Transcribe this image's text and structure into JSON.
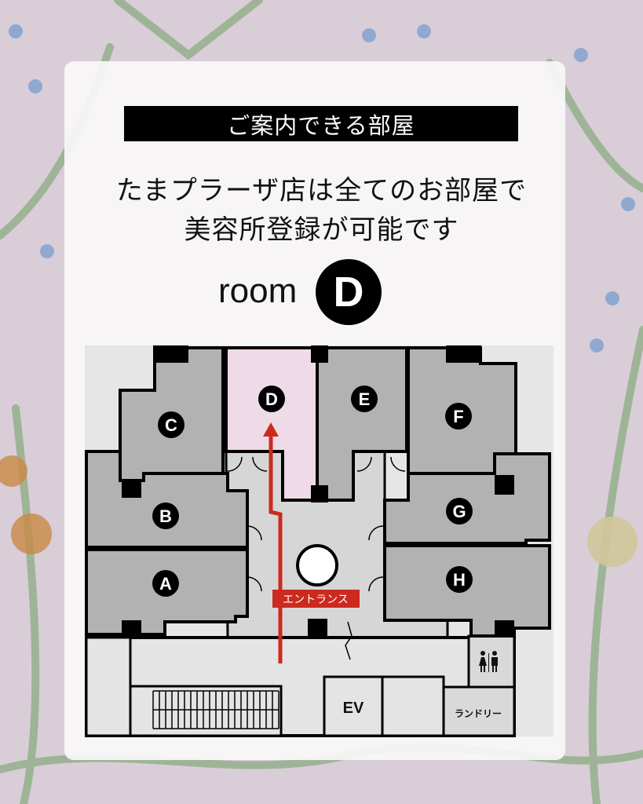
{
  "header": {
    "title": "ご案内できる部屋"
  },
  "message": {
    "line1": "たまプラーザ店は全てのお部屋で",
    "line2": "美容所登録が可能です"
  },
  "selected_room": {
    "prefix": "room",
    "letter": "D"
  },
  "floor_plan": {
    "rooms": [
      {
        "id": "A",
        "label": "A"
      },
      {
        "id": "B",
        "label": "B"
      },
      {
        "id": "C",
        "label": "C"
      },
      {
        "id": "D",
        "label": "D"
      },
      {
        "id": "E",
        "label": "E"
      },
      {
        "id": "F",
        "label": "F"
      },
      {
        "id": "G",
        "label": "G"
      },
      {
        "id": "H",
        "label": "H"
      }
    ],
    "entrance_label": "エントランス",
    "elevator_label": "EV",
    "laundry_label": "ランドリー",
    "restroom_icon": "restroom-icon",
    "colors": {
      "selected_room": "#efdbe7",
      "room": "#b2b2b2",
      "corridor": "#d9d9d9",
      "route": "#cc2a1e"
    }
  }
}
